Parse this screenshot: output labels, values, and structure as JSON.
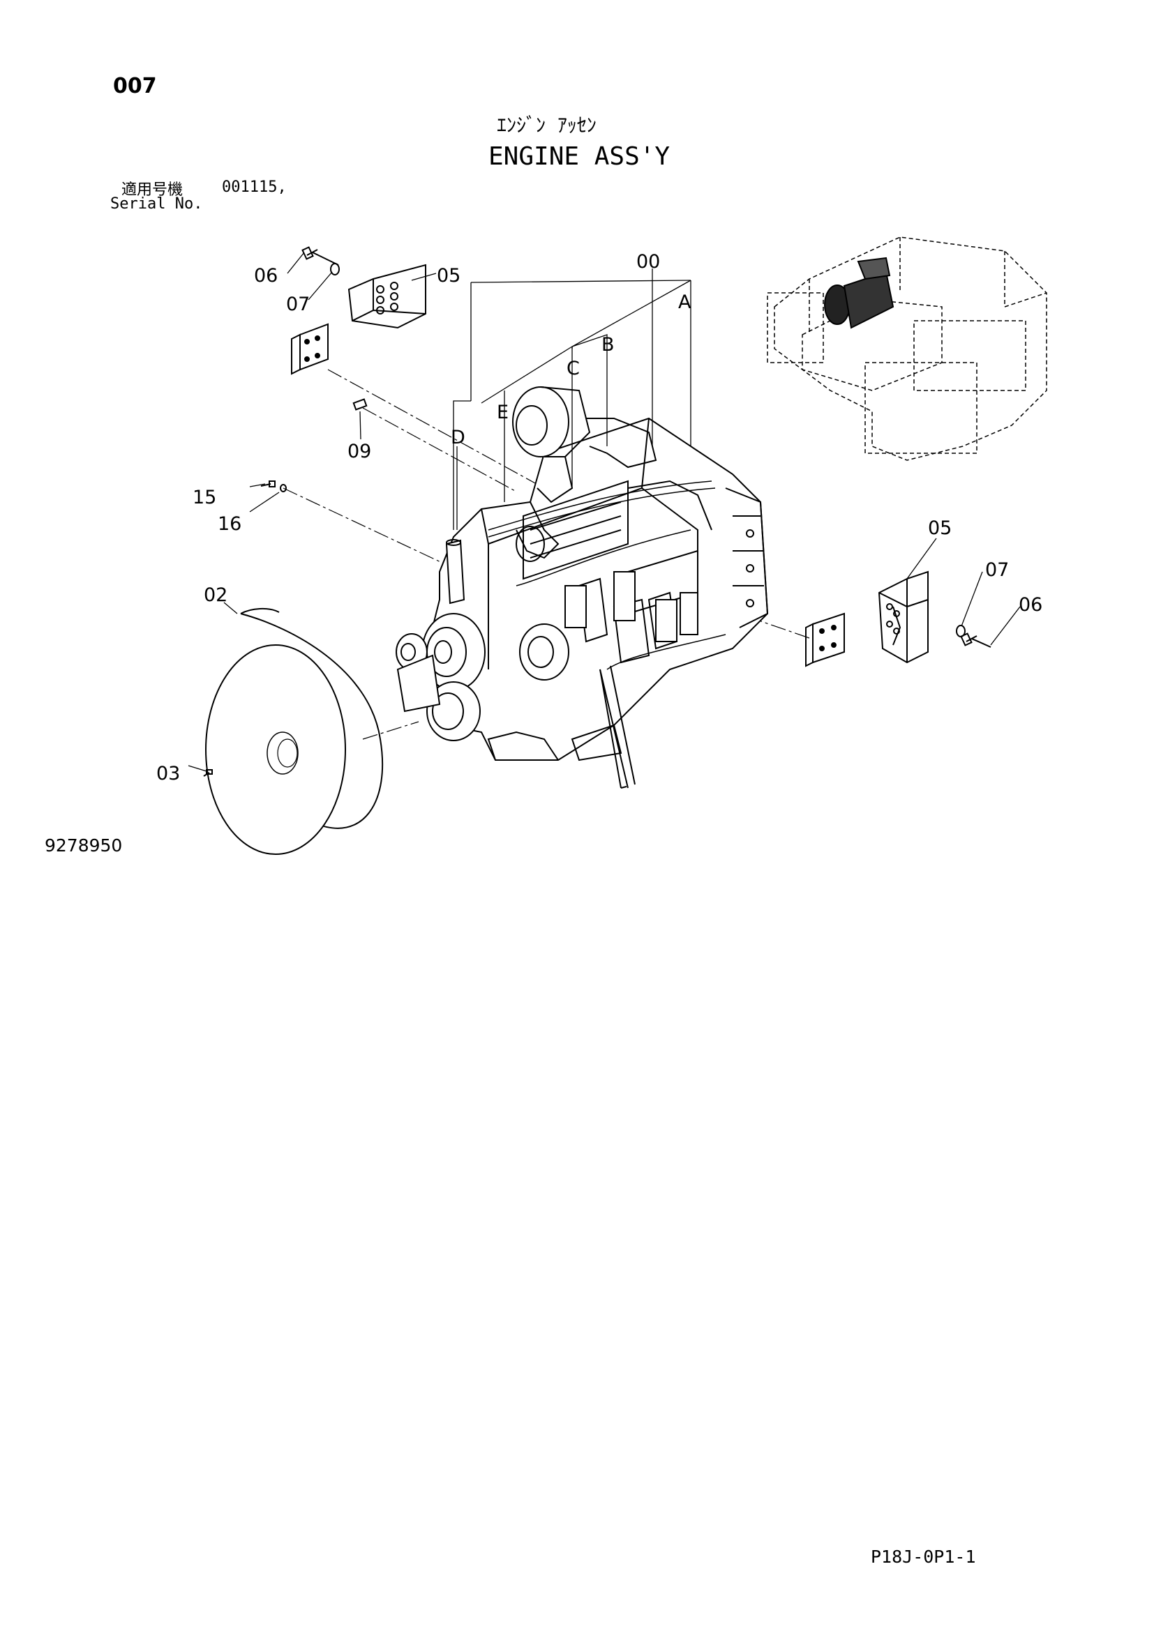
{
  "header": {
    "page_number": "007",
    "title_japanese": "ｴﾝｼﾞﾝ ｱｯｾﾝ",
    "title_english": "ENGINE ASS'Y",
    "serial_label_japanese": "適用号機",
    "serial_label_english": "Serial No.",
    "serial_value": "001115,"
  },
  "drawing": {
    "drawing_number": "9278950",
    "callouts": [
      "00",
      "A",
      "B",
      "C",
      "D",
      "E",
      "02",
      "03",
      "05",
      "05",
      "06",
      "06",
      "07",
      "07",
      "09",
      "15",
      "16"
    ]
  },
  "footer": {
    "sheet_code": "P18J-0P1-1"
  }
}
